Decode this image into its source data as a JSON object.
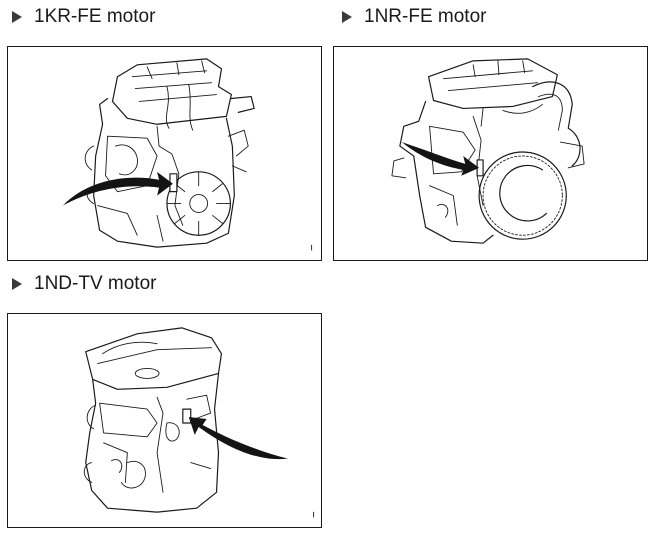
{
  "sections": [
    {
      "title": "1KR-FE motor",
      "icon": "triangle-right-icon",
      "figure": "engine-1kr-fe-illustration"
    },
    {
      "title": "1NR-FE motor",
      "icon": "triangle-right-icon",
      "figure": "engine-1nr-fe-illustration"
    },
    {
      "title": "1ND-TV motor",
      "icon": "triangle-right-icon",
      "figure": "engine-1nd-tv-illustration"
    }
  ],
  "colors": {
    "text": "#1a1a1a",
    "bullet": "#3a3a3a",
    "border": "#1a1a1a",
    "background": "#ffffff"
  }
}
